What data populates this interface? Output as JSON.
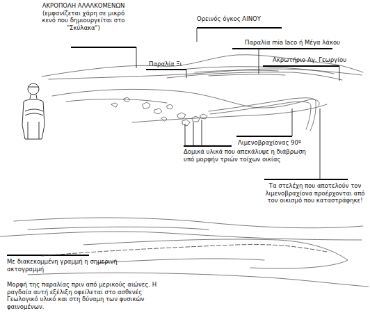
{
  "diagram": {
    "labels": [
      "ΑΚΡΟΠΟΛΗ ΑΛΑΛΚΟΜΕΝΩΝ (εμφανίζεται χάρη σε μικρό κενό που δημιουργείται στο \"Σκύλακα\")",
      "Ορεινός όγκος ΑΙΝΟΥ",
      "Παραλία Ξι",
      "Παραλία mia laco ή Μέγα λάκου",
      "Ακρωτήριο Αγ. Γεωργίου",
      "Λιμενοβραχίονας 90º",
      "Δομικά υλικά που απεκάλυψε η διάβρωση υπό μορφήν τριών τοίχων οικίας",
      "Τα στελέχη που αποτελούν τον λιμενοβραχίονα προέρχονται από τον οικισμό που καταστράφηκε!",
      "Με διακεκομμένη γραμμή η σημερινή ακτογραμμή",
      "Μορφή της παραλίας πριν από μερικούς αιώνες. Η ραγδαία αυτή εξέλιξη οφείλεται στο ασθενές Γεωλογικό υλικό και στη δύναμη των φυσικών φαινομένων."
    ]
  }
}
